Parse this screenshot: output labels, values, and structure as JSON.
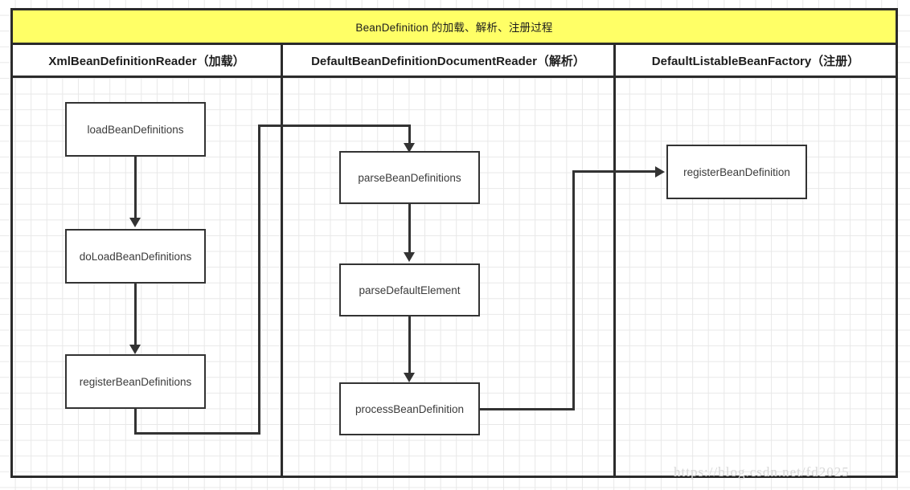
{
  "diagram": {
    "title": "BeanDefinition 的加载、解析、注册过程",
    "title_bg": "#ffff66",
    "border_color": "#2b2b2b",
    "node_border_color": "#333333",
    "columns": [
      {
        "id": "loader",
        "header": "XmlBeanDefinitionReader（加载）"
      },
      {
        "id": "parser",
        "header": "DefaultBeanDefinitionDocumentReader（解析）"
      },
      {
        "id": "registry",
        "header": "DefaultListableBeanFactory（注册）"
      }
    ],
    "nodes": [
      {
        "id": "loadBeanDefinitions",
        "label": "loadBeanDefinitions",
        "column": "loader"
      },
      {
        "id": "doLoadBeanDefinitions",
        "label": "doLoadBeanDefinitions",
        "column": "loader"
      },
      {
        "id": "registerBeanDefinitions",
        "label": "registerBeanDefinitions",
        "column": "loader"
      },
      {
        "id": "parseBeanDefinitions",
        "label": "parseBeanDefinitions",
        "column": "parser"
      },
      {
        "id": "parseDefaultElement",
        "label": "parseDefaultElement",
        "column": "parser"
      },
      {
        "id": "processBeanDefinition",
        "label": "processBeanDefinition",
        "column": "parser"
      },
      {
        "id": "registerBeanDefinition",
        "label": "registerBeanDefinition",
        "column": "registry"
      }
    ],
    "edges": [
      {
        "from": "loadBeanDefinitions",
        "to": "doLoadBeanDefinitions",
        "style": "straight-down"
      },
      {
        "from": "doLoadBeanDefinitions",
        "to": "registerBeanDefinitions",
        "style": "straight-down"
      },
      {
        "from": "registerBeanDefinitions",
        "to": "parseBeanDefinitions",
        "style": "down-right-up-right-down"
      },
      {
        "from": "parseBeanDefinitions",
        "to": "parseDefaultElement",
        "style": "straight-down"
      },
      {
        "from": "parseDefaultElement",
        "to": "processBeanDefinition",
        "style": "straight-down"
      },
      {
        "from": "processBeanDefinition",
        "to": "registerBeanDefinition",
        "style": "right-up-right"
      }
    ],
    "watermark": "https://blog.csdn.net/fd2025"
  }
}
